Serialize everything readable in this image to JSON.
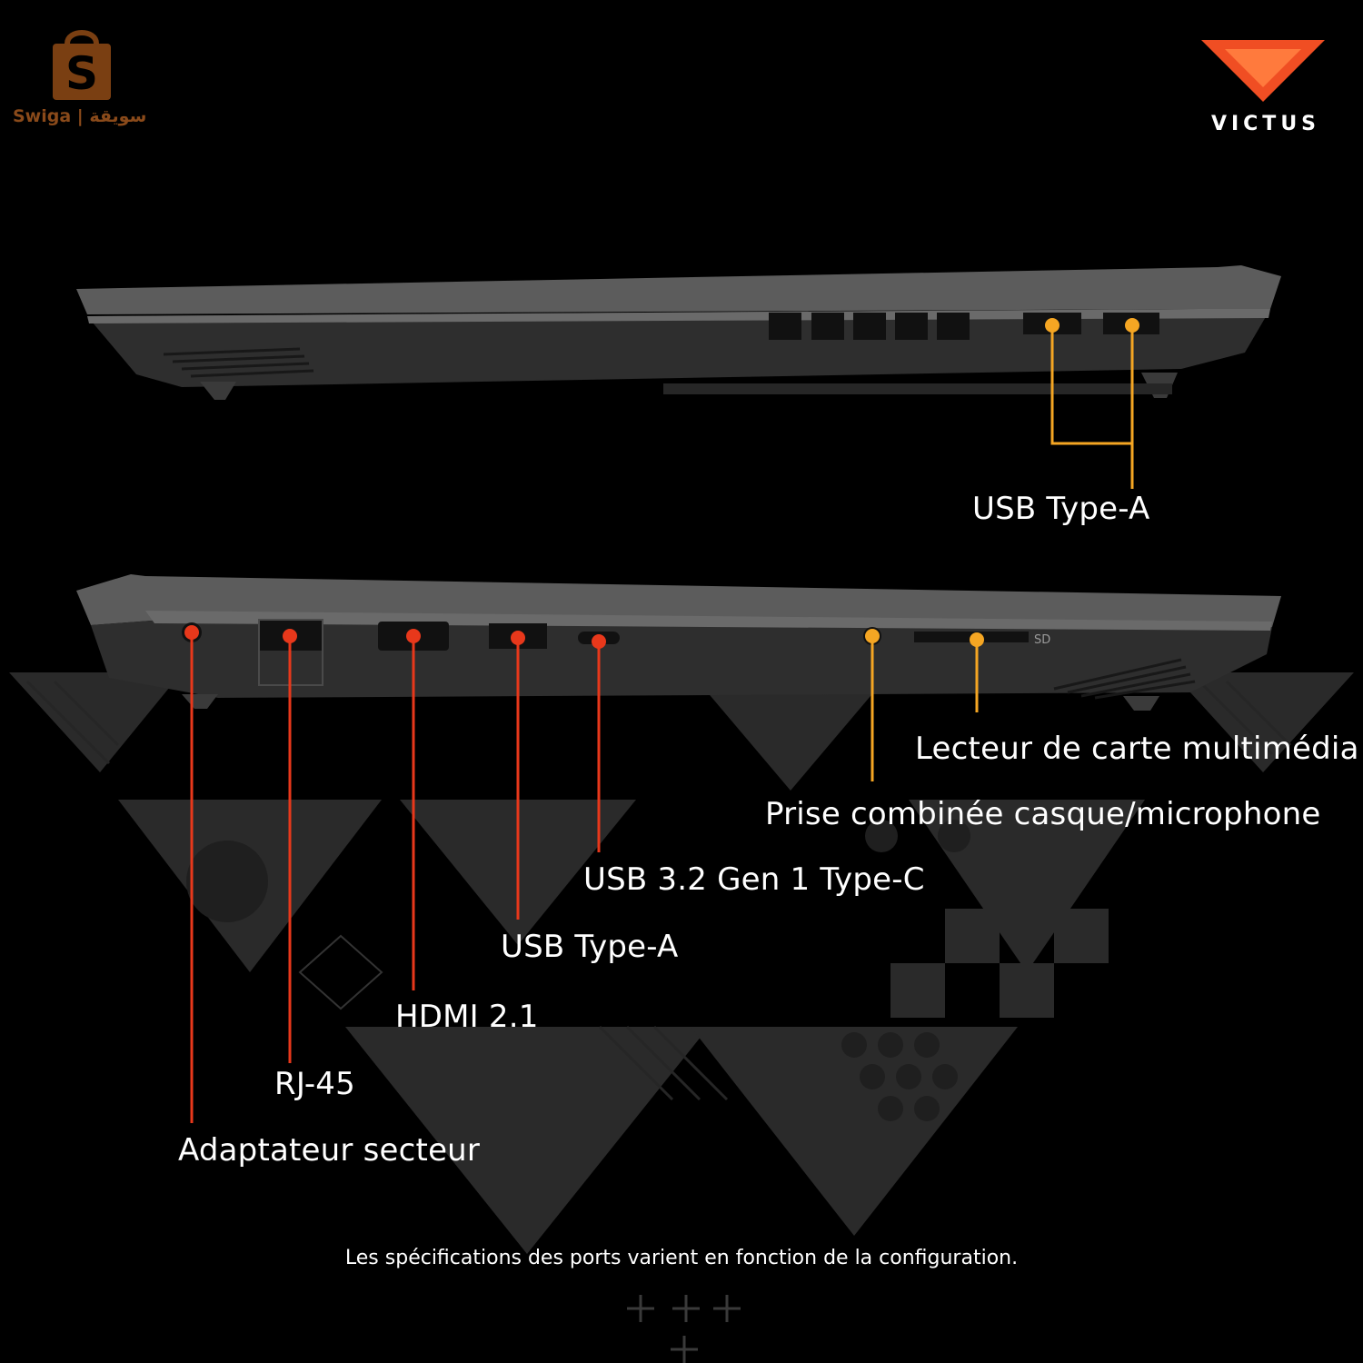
{
  "store_logo": {
    "text": "Swiga | سويقة",
    "icon": "shopping-bag-s-icon",
    "color": "#7a3f12"
  },
  "brand_logo": {
    "text": "VICTUS",
    "icon": "victus-v-icon",
    "color": "#f04e23"
  },
  "top_view": {
    "ports": [
      {
        "label": "USB Type-A",
        "color": "#f5a623"
      }
    ]
  },
  "bottom_view": {
    "labels": {
      "card_reader": "Lecteur de carte multimédia",
      "combo_jack": "Prise combinée casque/microphone",
      "usb_c": "USB 3.2 Gen 1 Type-C",
      "usb_a": "USB Type-A",
      "hdmi": "HDMI 2.1",
      "rj45": "RJ-45",
      "power": "Adaptateur secteur"
    },
    "colors": {
      "left_side": "#e8381b",
      "right_side": "#f5a623"
    },
    "port_glyphs": {
      "sd": "SD"
    }
  },
  "footnote": "Les spécifications des ports varient en fonction de la configuration."
}
